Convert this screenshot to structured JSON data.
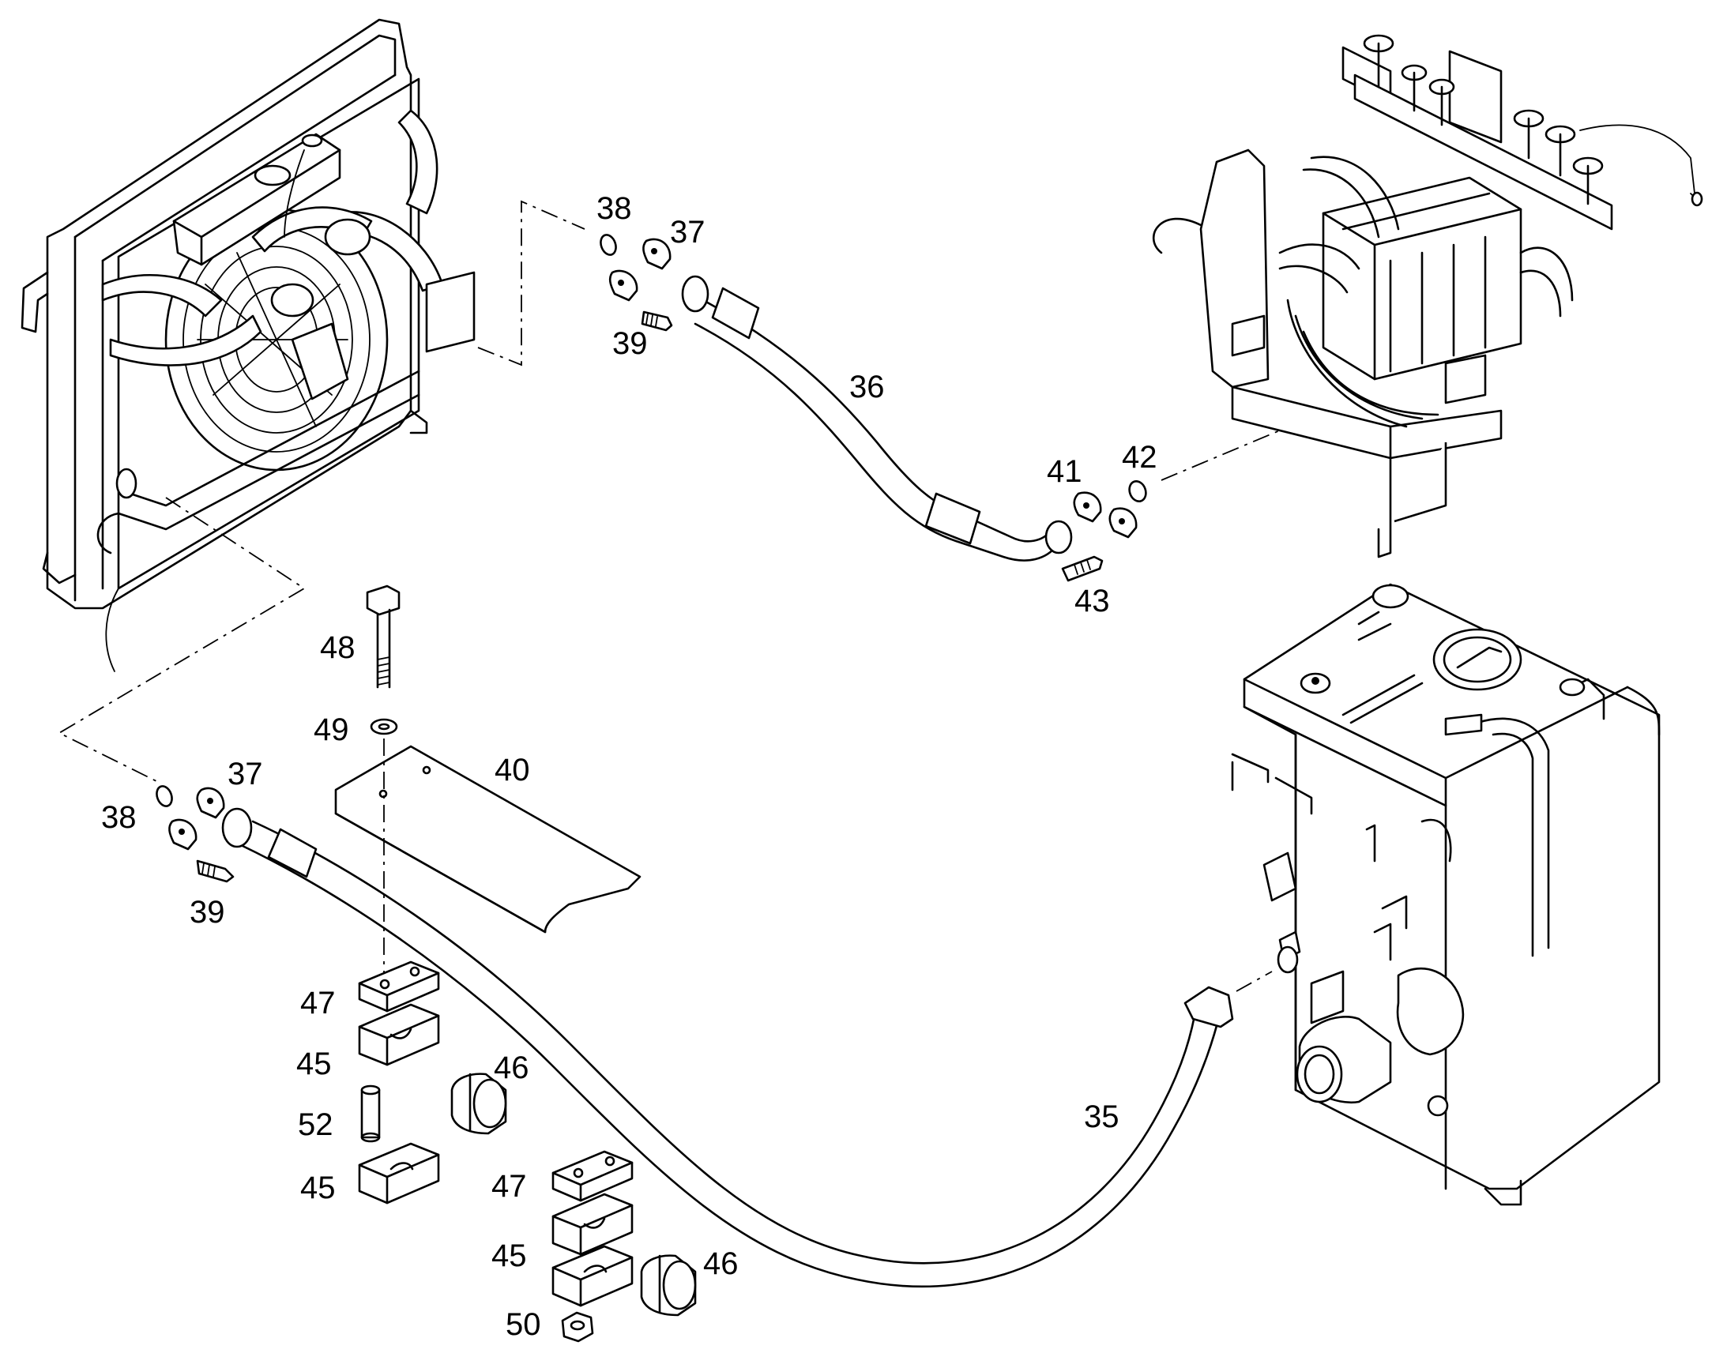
{
  "labels": [
    {
      "id": "label-38a",
      "text": "38"
    },
    {
      "id": "label-37a",
      "text": "37"
    },
    {
      "id": "label-39a",
      "text": "39"
    },
    {
      "id": "label-36",
      "text": "36"
    },
    {
      "id": "label-41",
      "text": "41"
    },
    {
      "id": "label-42",
      "text": "42"
    },
    {
      "id": "label-43",
      "text": "43"
    },
    {
      "id": "label-48",
      "text": "48"
    },
    {
      "id": "label-49",
      "text": "49"
    },
    {
      "id": "label-40",
      "text": "40"
    },
    {
      "id": "label-37b",
      "text": "37"
    },
    {
      "id": "label-38b",
      "text": "38"
    },
    {
      "id": "label-39b",
      "text": "39"
    },
    {
      "id": "label-47a",
      "text": "47"
    },
    {
      "id": "label-45a",
      "text": "45"
    },
    {
      "id": "label-46a",
      "text": "46"
    },
    {
      "id": "label-52",
      "text": "52"
    },
    {
      "id": "label-45b",
      "text": "45"
    },
    {
      "id": "label-35",
      "text": "35"
    },
    {
      "id": "label-47b",
      "text": "47"
    },
    {
      "id": "label-45c",
      "text": "45"
    },
    {
      "id": "label-46b",
      "text": "46"
    },
    {
      "id": "label-50",
      "text": "50"
    }
  ]
}
